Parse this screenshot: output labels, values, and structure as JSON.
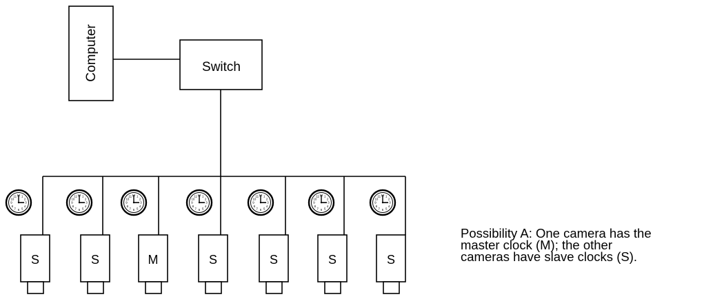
{
  "nodes": {
    "computer": "Computer",
    "switch": "Switch"
  },
  "cameras": [
    "S",
    "S",
    "M",
    "S",
    "S",
    "S",
    "S"
  ],
  "caption": {
    "line1": "Possibility A: One camera has the",
    "line2": "master clock (M); the other",
    "line3": "cameras have slave clocks (S)."
  }
}
